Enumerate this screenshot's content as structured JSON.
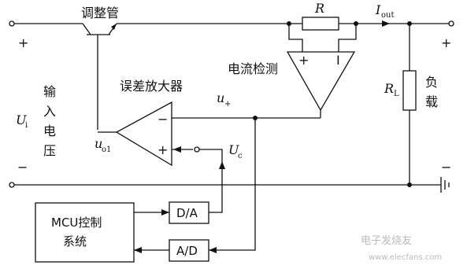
{
  "labels": {
    "regulator_tube": "调整管",
    "resistor": "R",
    "output_current": "I",
    "output_current_sub": "out",
    "current_detect": "电流检测",
    "error_amplifier": "误差放大器",
    "u_plus": "u",
    "u_plus_sub": "+",
    "load_resistor": "R",
    "load_resistor_sub": "L",
    "load": "负",
    "load2": "载",
    "input_voltage_symbol": "U",
    "input_voltage_sub": "i",
    "input_voltage_text": [
      "输",
      "入",
      "电",
      "压"
    ],
    "u_o1": "u",
    "u_o1_sub": "o1",
    "u_c": "U",
    "u_c_sub": "c",
    "da_box": "D/A",
    "ad_box": "A/D",
    "mcu_line1": "MCU控制",
    "mcu_line2": "系统",
    "plus_left": "+",
    "minus_left": "−",
    "plus_right": "+",
    "minus_right": "−",
    "amp_minus": "−",
    "amp_plus": "+",
    "detect_plus": "+",
    "detect_minus": "I",
    "watermark": "电子发烧友",
    "watermark_url": "www.elecfans.com"
  },
  "colors": {
    "line": "#111111",
    "watermark": "#bbbbbb"
  }
}
